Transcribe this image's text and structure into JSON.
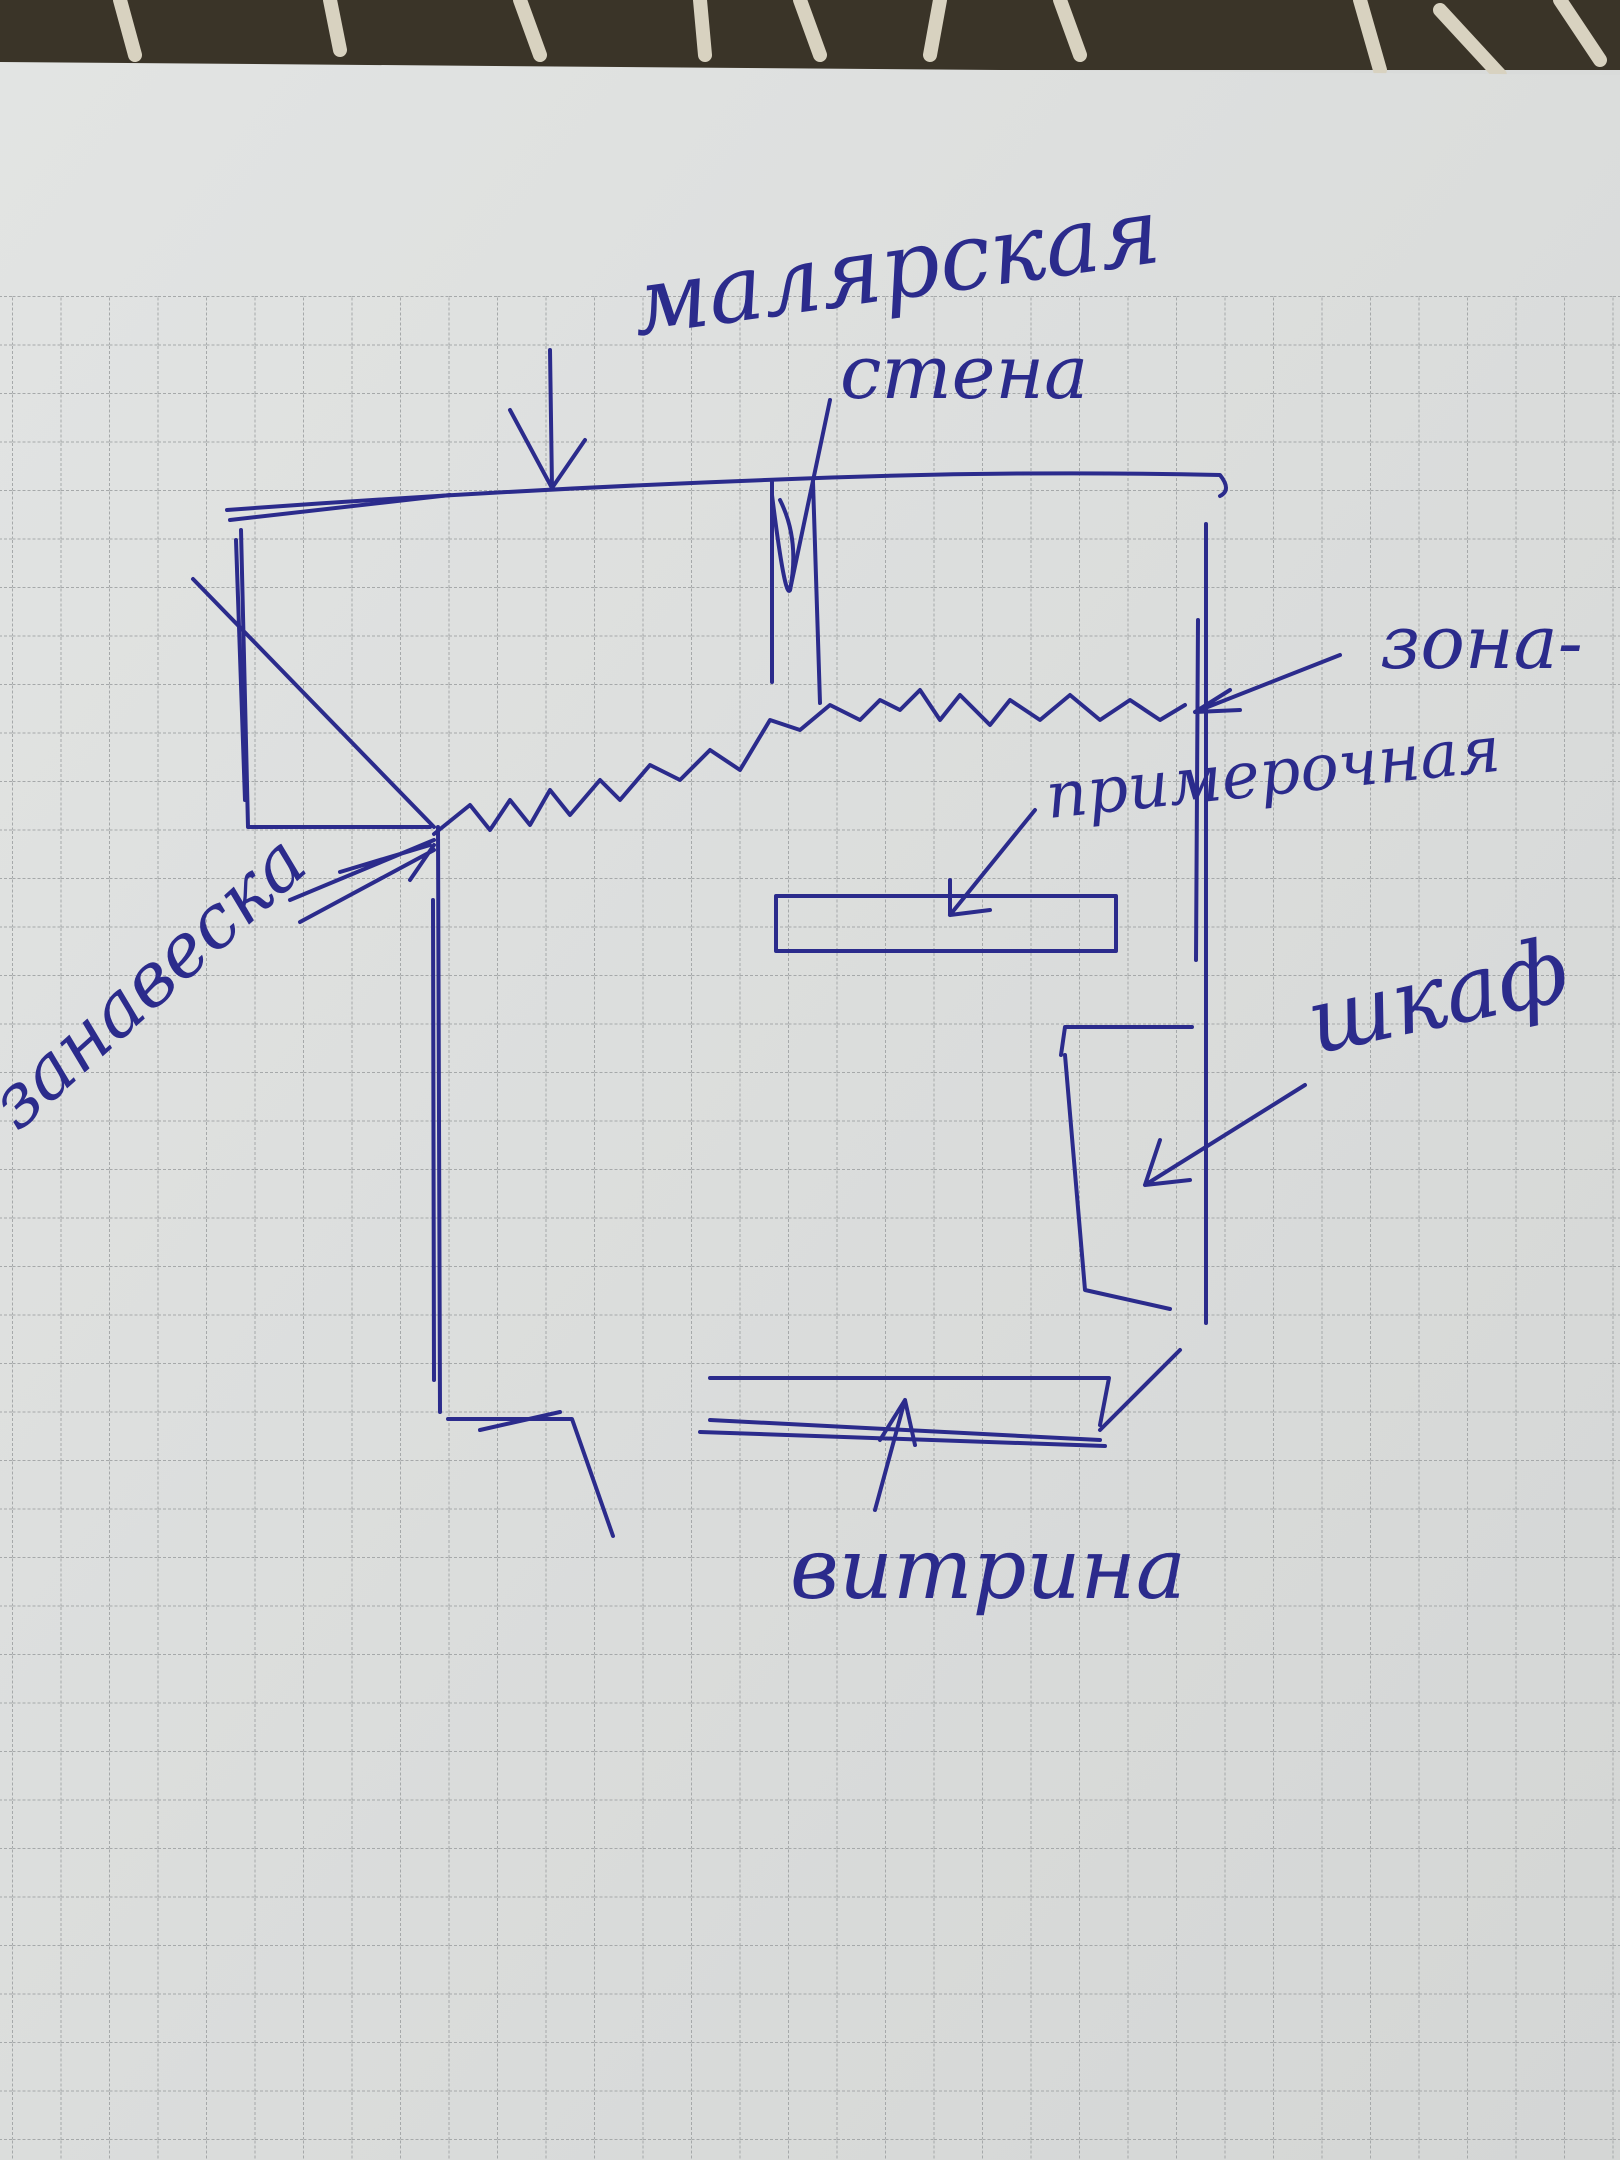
{
  "labels": {
    "wall_1": "малярская",
    "wall_2": "стена",
    "zone_1": "зона-",
    "zone_2": "примерочная",
    "curtain": "занавеска",
    "cabinet": "шкаф",
    "showcase": "витрина"
  },
  "colors": {
    "ink": "#2b2b8c",
    "paper": "#dcdedd",
    "grid": "#a9acad"
  }
}
